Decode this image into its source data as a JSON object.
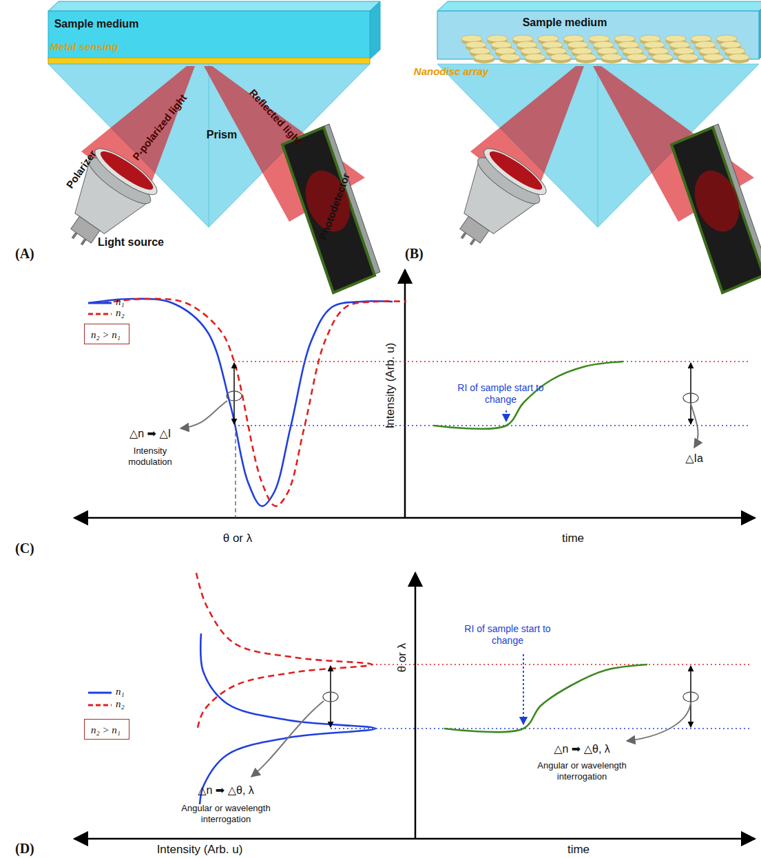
{
  "diagram": {
    "nodes": [
      {
        "text": [
          "n₂ > n₁"
        ]
      },
      {
        "text": [
          "n₂ > n₁"
        ]
      }
    ],
    "labels": [
      "(A)",
      "Sample medium",
      "Metal sensing",
      "P-polarized light",
      "Prism",
      "Reflected light",
      "Polarizer",
      "Photodetector",
      "Light source",
      "(B)",
      "Sample medium",
      "Nanodisc array",
      "△n ➡ △I",
      "Intensity modulation",
      "Intensity (Arb. u)",
      "RI of sample start to change",
      "△Ia",
      "θ or λ",
      "time",
      "(C)",
      "θ or λ",
      "△n ➡ △θ, λ",
      "Angular or wavelength interrogation",
      "RI of sample start to change",
      "△n ➡ △θ, λ",
      "Angular or wavelength interrogation",
      "Intensity (Arb. u)",
      "time",
      "(D)"
    ],
    "legend": [
      {
        "text": "n₁"
      },
      {
        "text": "n₂"
      },
      {
        "text": "n₁"
      },
      {
        "text": "n₂"
      }
    ]
  }
}
